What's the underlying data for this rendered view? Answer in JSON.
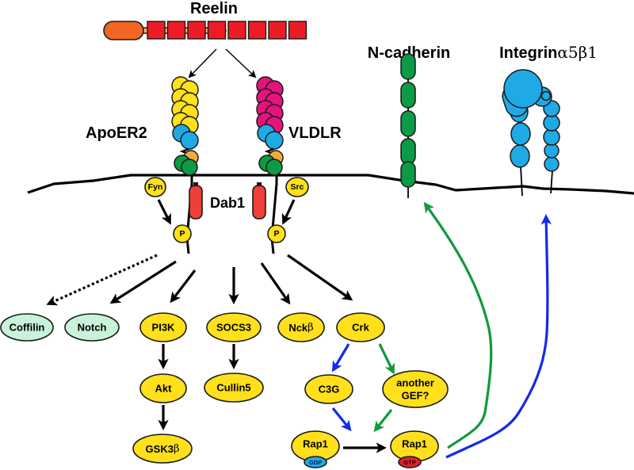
{
  "title": "Reelin signaling pathway",
  "colors": {
    "yellow": "#FFE01B",
    "pale_green": "#C8F3D8",
    "magenta": "#E6127E",
    "cyan": "#1FAAE6",
    "green": "#0B9A45",
    "orange": "#F7A841",
    "red": "#EE4036",
    "reelin_red": "#ED1C24",
    "reelin_orange": "#F26522",
    "reelin_linker": "#FBB36B",
    "arrow_black": "#000000",
    "arrow_blue": "#1428F0",
    "arrow_green": "#109A3C"
  },
  "ligand": {
    "label": "Reelin",
    "repeat_count": 8
  },
  "receptors": {
    "apoer2": {
      "label": "ApoER2"
    },
    "vldlr": {
      "label": "VLDLR"
    },
    "ncadherin": {
      "label": "N-cadherin"
    },
    "integrin": {
      "label_main": "Integrin",
      "label_greek": "α5β1"
    }
  },
  "adaptor": {
    "label": "Dab1",
    "kinases": [
      "Fyn",
      "Src"
    ],
    "phospho_label": "P"
  },
  "effectors": [
    {
      "id": "coffilin",
      "label": "Coffilin",
      "style": "pale",
      "arrow": "dotted"
    },
    {
      "id": "notch",
      "label": "Notch",
      "style": "pale",
      "arrow": "solid"
    },
    {
      "id": "pi3k",
      "label": "PI3K",
      "style": "yellow",
      "arrow": "solid"
    },
    {
      "id": "socs3",
      "label": "SOCS3",
      "style": "yellow",
      "arrow": "solid"
    },
    {
      "id": "nckb",
      "label": "Nck",
      "greek": "β",
      "style": "yellow",
      "arrow": "solid"
    },
    {
      "id": "crk",
      "label": "Crk",
      "style": "yellow",
      "arrow": "solid"
    }
  ],
  "downstream": {
    "akt": "Akt",
    "gsk3b": {
      "label": "GSK3",
      "greek": "β"
    },
    "cullin5": "Cullin5",
    "c3g": "C3G",
    "another_gef": {
      "line1": "another",
      "line2": "GEF?"
    },
    "rap1_gdp": {
      "label": "Rap1",
      "badge": "GDP"
    },
    "rap1_gtp": {
      "label": "Rap1",
      "badge": "GTP"
    }
  }
}
